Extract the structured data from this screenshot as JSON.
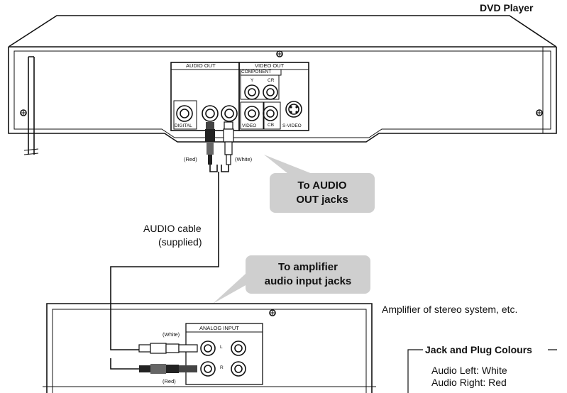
{
  "dvd": {
    "title": "DVD Player",
    "audio_out": "AUDIO OUT",
    "video_out": "VIDEO OUT",
    "component": "COMPONENT",
    "y": "Y",
    "cr": "CR",
    "cb": "CB",
    "digital": "DIGITAL",
    "video": "VIDEO",
    "svideo": "S-VIDEO"
  },
  "plug_labels": {
    "red": "(Red)",
    "white": "(White)"
  },
  "callouts": {
    "audio_out_line1": "To AUDIO",
    "audio_out_line2": "OUT jacks",
    "amp_line1": "To amplifier",
    "amp_line2": "audio input jacks"
  },
  "cable": {
    "line1": "AUDIO cable",
    "line2": "(supplied)"
  },
  "amplifier": {
    "caption": "Amplifier of stereo system, etc.",
    "analog_input": "ANALOG INPUT",
    "l": "L",
    "r": "R",
    "white": "(White)",
    "red": "(Red)"
  },
  "legend": {
    "title": "Jack and Plug Colours",
    "left": "Audio Left: White",
    "right": "Audio Right: Red"
  }
}
